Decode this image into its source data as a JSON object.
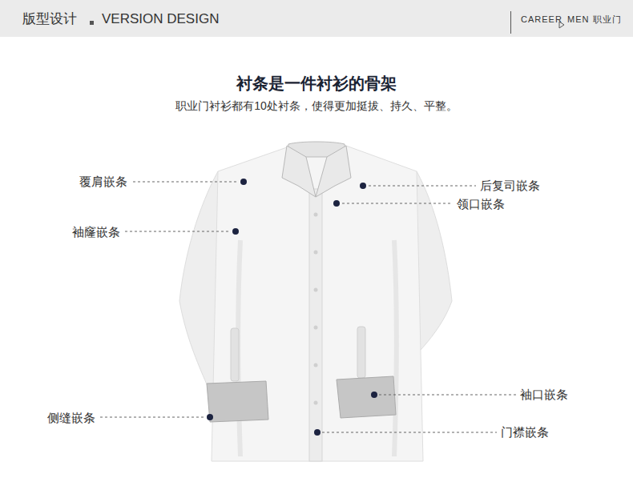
{
  "diagram": {
    "title": "衬条是一件衬衫的骨架",
    "nodes": [
      {
        "text": [
          "版型设计",
          "VERSION DESIGN",
          "CAREER",
          "MEN 职业门"
        ]
      }
    ],
    "labels": [
      "职业门衬衫都有10处衬条，使得更加挺拔、持久、平整。",
      "覆肩嵌条",
      "后复司嵌条",
      "领口嵌条",
      "袖窿嵌条",
      "袖口嵌条",
      "侧缝嵌条",
      "门襟嵌条"
    ]
  }
}
